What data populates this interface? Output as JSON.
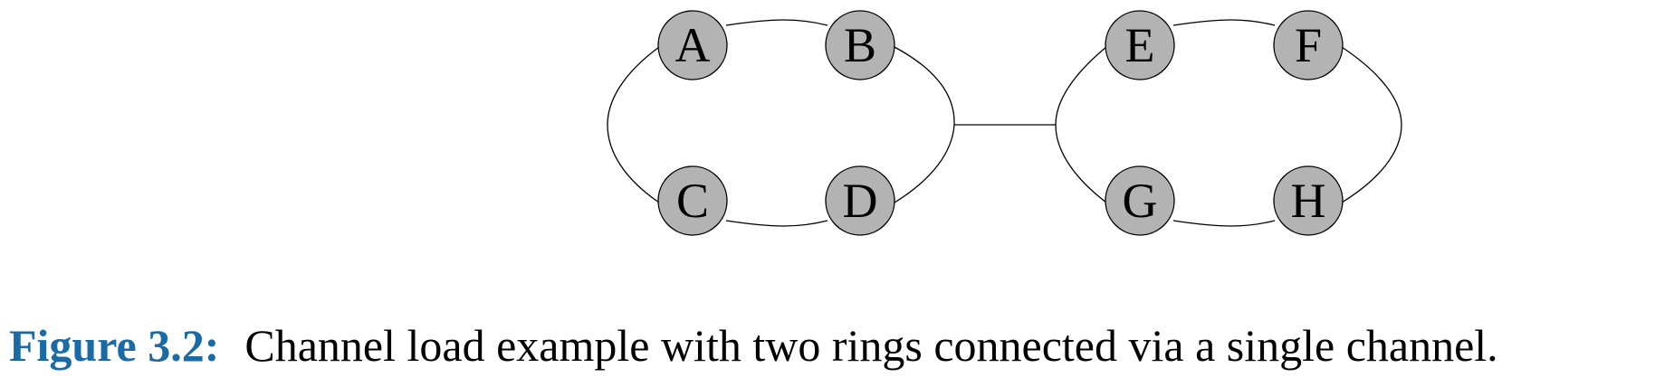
{
  "figure": {
    "label": "Figure 3.2:",
    "caption": "Channel load example with two rings connected via a single channel.",
    "label_color": "#1a6aa5",
    "node_fill": "#b3b3b3"
  },
  "nodes": [
    {
      "id": "A",
      "label": "A"
    },
    {
      "id": "B",
      "label": "B"
    },
    {
      "id": "C",
      "label": "C"
    },
    {
      "id": "D",
      "label": "D"
    },
    {
      "id": "E",
      "label": "E"
    },
    {
      "id": "F",
      "label": "F"
    },
    {
      "id": "G",
      "label": "G"
    },
    {
      "id": "H",
      "label": "H"
    }
  ],
  "rings": [
    {
      "name": "left-ring",
      "order": [
        "A",
        "B",
        "D",
        "C"
      ]
    },
    {
      "name": "right-ring",
      "order": [
        "E",
        "F",
        "H",
        "G"
      ]
    }
  ],
  "connecting_channel": [
    "left-ring",
    "right-ring"
  ]
}
